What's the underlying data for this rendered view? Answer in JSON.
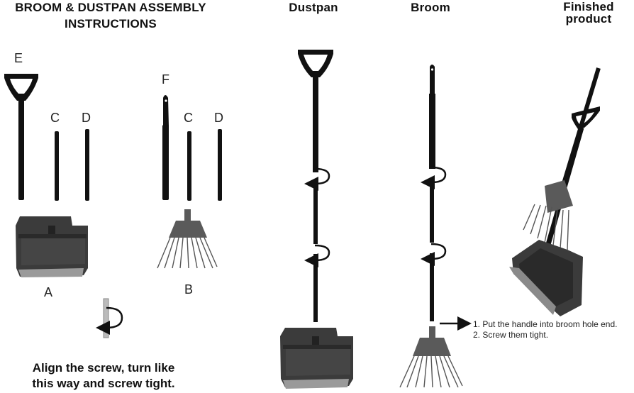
{
  "header": {
    "assembly_title_line1": "BROOM & DUSTPAN ASSEMBLY",
    "assembly_title_line2": "INSTRUCTIONS",
    "dustpan_title": "Dustpan",
    "broom_title": "Broom",
    "finished_title_line1": "Finished",
    "finished_title_line2": "product"
  },
  "part_labels": {
    "e": "E",
    "c_left": "C",
    "d_left": "D",
    "f": "F",
    "c_right": "C",
    "d_right": "D",
    "a": "A",
    "b": "B"
  },
  "instructions": {
    "step1": "1. Put the handle into broom hole end.",
    "step2": "2. Screw them tight."
  },
  "caption": {
    "line1": "Align the screw, turn like",
    "line2": "this way and screw tight."
  },
  "colors": {
    "handle": "#111111",
    "pan": "#3b3b3b",
    "pan_light": "#6a6a6a",
    "pan_lip": "#9a9a9a",
    "bristle": "#555555",
    "head": "#5a5a5a"
  }
}
